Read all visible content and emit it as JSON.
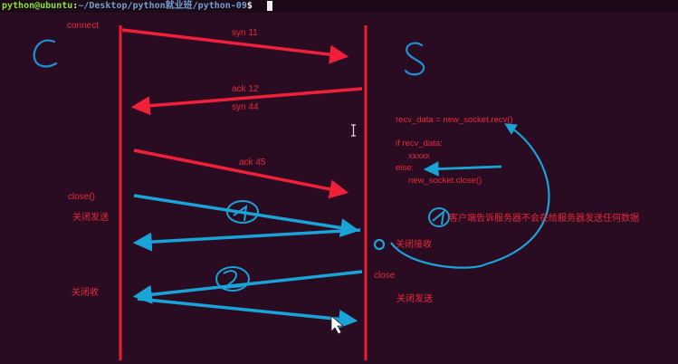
{
  "terminal": {
    "user_host": "python@ubuntu",
    "separator": ":",
    "path": "~/Desktop/python就业班/python-09",
    "symbol": "$"
  },
  "labels": {
    "connect": "connect",
    "syn11": "syn 11",
    "ack12": "ack 12",
    "syn44": "syn 44",
    "ack45": "ack 45",
    "close_call": "close()",
    "close_send_client": "关闭发送",
    "close_recv_client": "关闭收",
    "close_server": "close",
    "close_recv_server": "关闭接收",
    "close_send_server": "关闭发送",
    "client_tells": "客户端告诉服务器不会在给服务器发送任何数据"
  },
  "code": [
    "recv_data = new_socket.recv()",
    "if recv_data:",
    "xxxxx",
    "else:",
    "new_socket.close()"
  ],
  "colors": {
    "background": "#2a0c22",
    "timeline_red": "#e8202e",
    "arrow_blue": "#1aa3d6",
    "text_red": "#e8283a"
  }
}
